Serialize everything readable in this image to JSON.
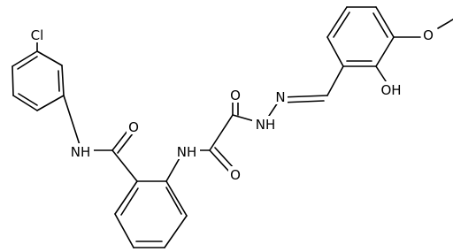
{
  "diagram": {
    "type": "chemical-structure",
    "atom_labels": {
      "cl": "Cl",
      "nh_amide1": "NH",
      "o_amide1": "O",
      "nh_amide2": "NH",
      "o_oxalyl1": "O",
      "o_oxalyl2": "O",
      "nh_hydrazide": "NH",
      "n_imine": "N",
      "oh": "OH",
      "o_methoxy": "O"
    },
    "colors": {
      "bond": "#000000",
      "text": "#000000",
      "background": "#ffffff"
    }
  }
}
